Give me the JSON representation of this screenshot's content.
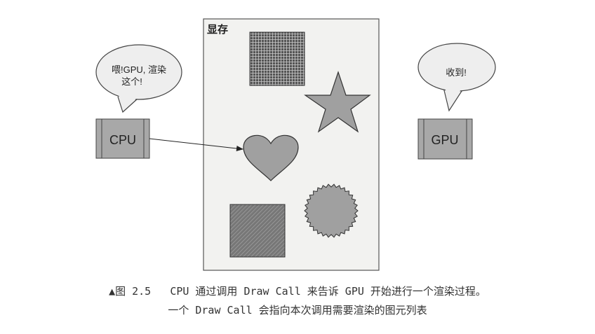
{
  "diagram": {
    "memory_label": "显存",
    "cpu_label": "CPU",
    "gpu_label": "GPU",
    "cpu_speech_line1": "喂!GPU, 渲染",
    "cpu_speech_line2": "这个!",
    "gpu_speech": "收到!",
    "colors": {
      "box_fill": "#a8a8a8",
      "shape_fill": "#a0a0a0",
      "memory_bg": "#f2f2f0",
      "stroke": "#444444"
    }
  },
  "caption": {
    "marker": "▲图 2.5",
    "line1": "CPU 通过调用 Draw Call 来告诉 GPU 开始进行一个渲染过程。",
    "line2": "一个 Draw Call 会指向本次调用需要渲染的图元列表"
  }
}
